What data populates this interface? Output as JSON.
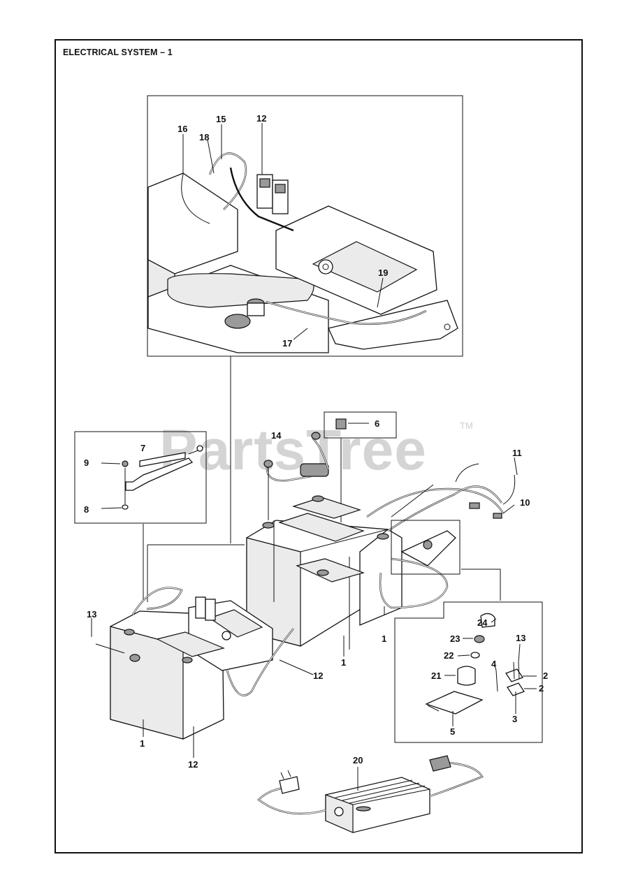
{
  "title": "ELECTRICAL SYSTEM – 1",
  "watermark": {
    "text": "PartsTree",
    "trademark": "TM"
  },
  "callouts": {
    "c1a": "1",
    "c1b": "1",
    "c1c": "1",
    "c2a": "2",
    "c2b": "2",
    "c3": "3",
    "c4": "4",
    "c5": "5",
    "c6": "6",
    "c7": "7",
    "c8": "8",
    "c9": "9",
    "c10": "10",
    "c11": "11",
    "c12a": "12",
    "c12b": "12",
    "c12c": "12",
    "c13a": "13",
    "c13b": "13",
    "c14": "14",
    "c15": "15",
    "c16": "16",
    "c17": "17",
    "c18": "18",
    "c19": "19",
    "c20": "20",
    "c21": "21",
    "c22": "22",
    "c23": "23",
    "c24": "24"
  }
}
